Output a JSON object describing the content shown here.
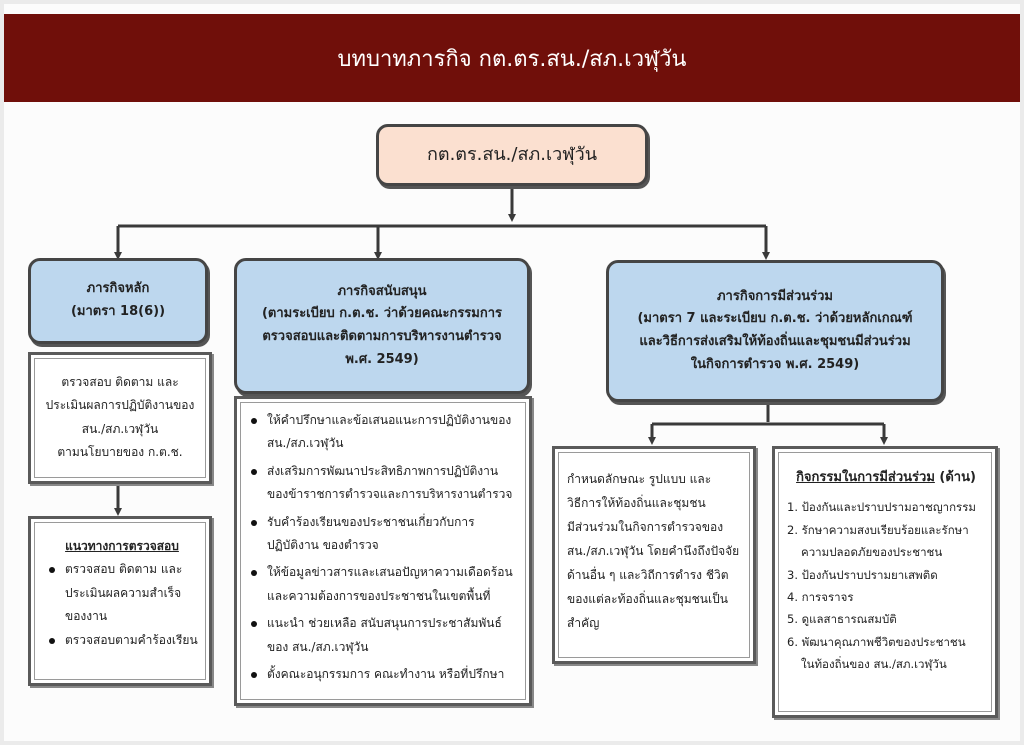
{
  "banner": {
    "title": "บทบาทภารกิจ กต.ตร.สน./สภ.เวฬุวัน"
  },
  "root": {
    "label": "กต.ตร.สน./สภ.เวฬุวัน"
  },
  "main_mission": {
    "title": "ภารกิจหลัก",
    "subtitle": "(มาตรา 18(6))",
    "description": [
      "ตรวจสอบ ติดตาม และ",
      "ประเมินผลการปฏิบัติงานของ",
      "สน./สภ.เวฬุวัน",
      "ตามนโยบายของ ก.ต.ช."
    ],
    "guideline": {
      "title": "แนวทางการตรวจสอบ",
      "items": [
        "ตรวจสอบ ติดตาม และ",
        "ประเมินผลความสำเร็จ",
        "ของงาน",
        "ตรวจสอบตามคำร้องเรียน"
      ]
    }
  },
  "support_mission": {
    "title": "ภารกิจสนับสนุน",
    "subtitle_lines": [
      "(ตามระเบียบ ก.ต.ช. ว่าด้วยคณะกรรมการ",
      "ตรวจสอบและติดตามการบริหารงานตำรวจ",
      "พ.ศ. 2549)"
    ],
    "items": [
      [
        "ให้คำปรึกษาและข้อเสนอแนะการปฏิบัติงานของ",
        "สน./สภ.เวฬุวัน"
      ],
      [
        "ส่งเสริมการพัฒนาประสิทธิภาพการปฏิบัติงาน",
        "ของข้าราชการตำรวจและการบริหารงานตำรวจ"
      ],
      [
        "รับคำร้องเรียนของประชาชนเกี่ยวกับการ",
        "ปฏิบัติงาน ของตำรวจ"
      ],
      [
        "ให้ข้อมูลข่าวสารและเสนอปัญหาความเดือดร้อน",
        "และความต้องการของประชาชนในเขตพื้นที่"
      ],
      [
        "แนะนำ ช่วยเหลือ สนับสนุนการประชาสัมพันธ์",
        "ของ สน./สภ.เวฬุวัน"
      ],
      [
        "ตั้งคณะอนุกรรมการ คณะทำงาน หรือที่ปรึกษา"
      ]
    ]
  },
  "participation_mission": {
    "title": "ภารกิจการมีส่วนร่วม",
    "subtitle_lines": [
      "(มาตรา 7 และระเบียบ ก.ต.ช. ว่าด้วยหลักเกณฑ์",
      "และวิธีการส่งเสริมให้ท้องถิ่นและชุมชนมีส่วนร่วม",
      "ในกิจการตำรวจ พ.ศ. 2549)"
    ],
    "description": [
      "กำหนดลักษณะ รูปแบบ และ",
      "วิธีการให้ท้องถิ่นและชุมชน",
      "มีส่วนร่วมในกิจการตำรวจของ",
      "สน./สภ.เวฬุวัน โดยคำนึงถึงปัจจัย",
      "ด้านอื่น ๆ และวิถีการดำรง ชีวิต",
      "ของแต่ละท้องถิ่นและชุมชนเป็น",
      "สำคัญ"
    ],
    "activities": {
      "title": "กิจกรรมในการมีส่วนร่วม",
      "title_suffix": " (ด้าน)",
      "items": [
        [
          "1. ป้องกันและปราบปรามอาชญากรรม"
        ],
        [
          "2. รักษาความสงบเรียบร้อยและรักษา",
          "ความปลอดภัยของประชาชน"
        ],
        [
          "3. ป้องกันปราบปรามยาเสพติด"
        ],
        [
          "4. การจราจร"
        ],
        [
          "5. ดูแลสาธารณสมบัติ"
        ],
        [
          "6. พัฒนาคุณภาพชีวิตของประชาชน",
          "ในท้องถิ่นของ สน./สภ.เวฬุวัน"
        ]
      ]
    }
  }
}
